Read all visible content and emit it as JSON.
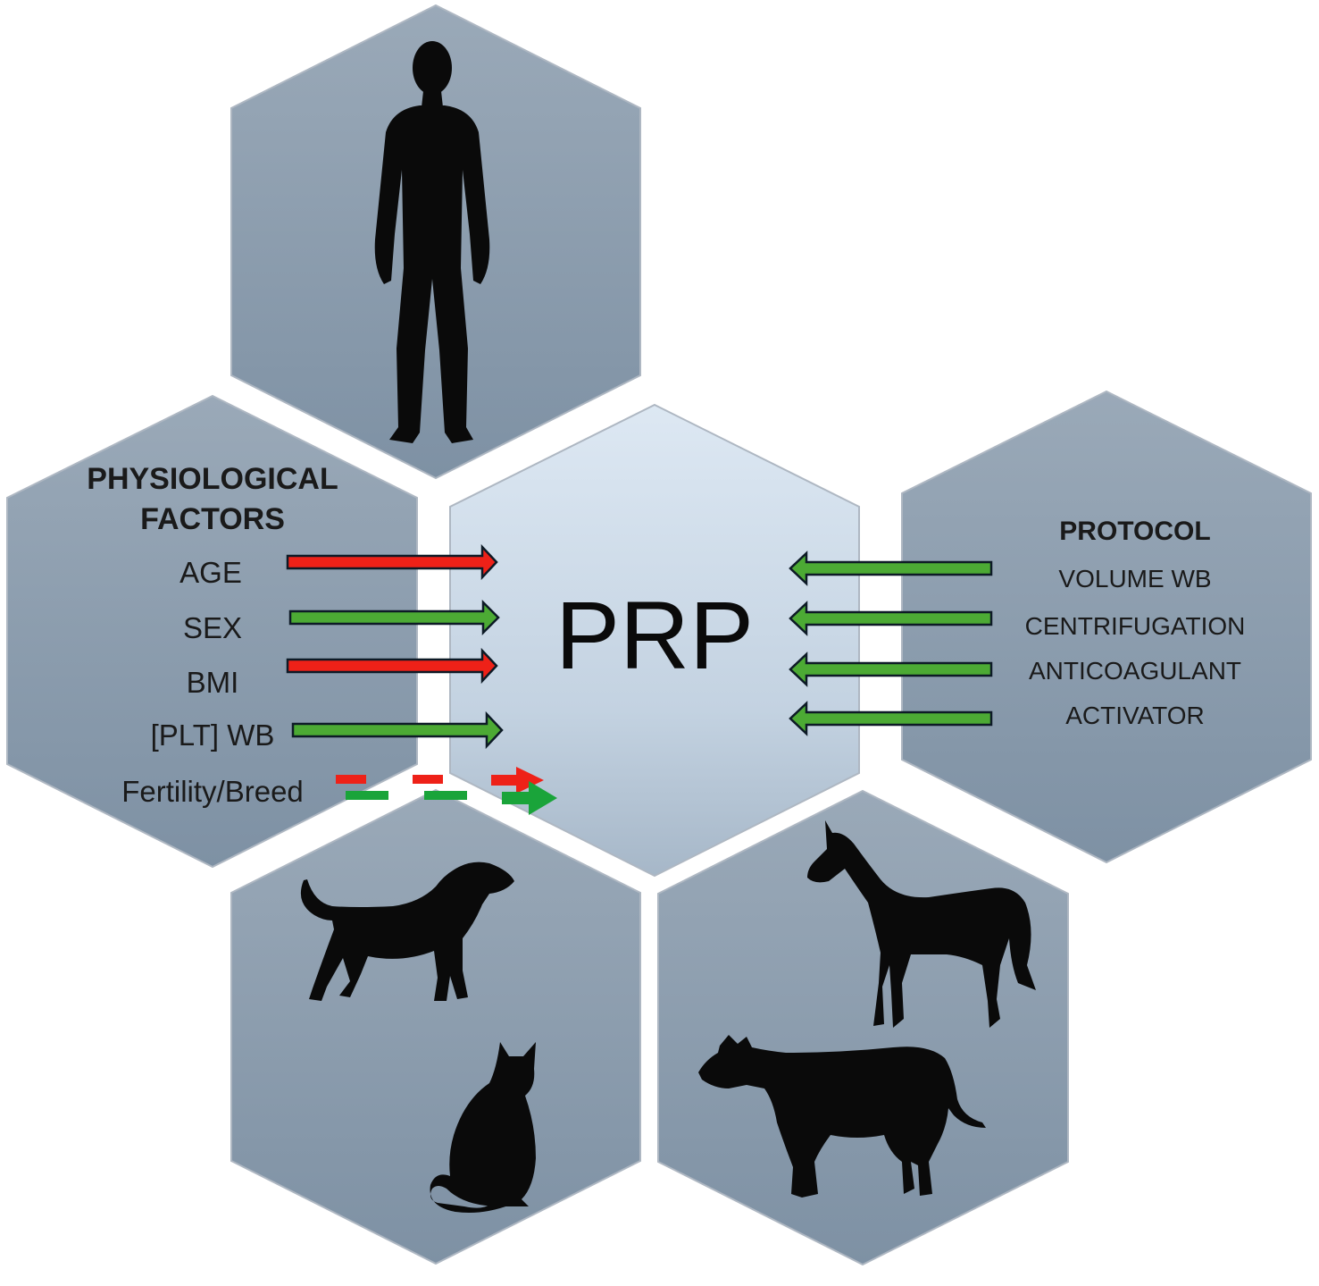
{
  "colors": {
    "hex_outer_top": "#9aa9b8",
    "hex_outer_bottom": "#7e91a4",
    "hex_center_top": "#dde8f3",
    "hex_center_bottom": "#a6b7c8",
    "arrow_negative": "#ee2118",
    "arrow_positive": "#4caa34",
    "arrow_positive_bright": "#1aa43a"
  },
  "center": {
    "label": "PRP"
  },
  "physiological": {
    "title_line1": "PHYSIOLOGICAL",
    "title_line2": "FACTORS",
    "factors": [
      {
        "label": "AGE",
        "effect": "negative"
      },
      {
        "label": "SEX",
        "effect": "positive"
      },
      {
        "label": "BMI",
        "effect": "negative"
      },
      {
        "label": "[PLT] WB",
        "effect": "positive"
      },
      {
        "label": "Fertility/Breed",
        "effect": "mixed"
      }
    ]
  },
  "protocol": {
    "title": "PROTOCOL",
    "items": [
      {
        "label": "VOLUME WB",
        "effect": "positive"
      },
      {
        "label": "CENTRIFUGATION",
        "effect": "positive"
      },
      {
        "label": "ANTICOAGULANT",
        "effect": "positive"
      },
      {
        "label": "ACTIVATOR",
        "effect": "positive"
      }
    ]
  },
  "icons": {
    "top": [
      "human-silhouette-icon"
    ],
    "bottom_left": [
      "dog-silhouette-icon",
      "cat-silhouette-icon"
    ],
    "bottom_right": [
      "horse-silhouette-icon",
      "cow-silhouette-icon"
    ]
  }
}
